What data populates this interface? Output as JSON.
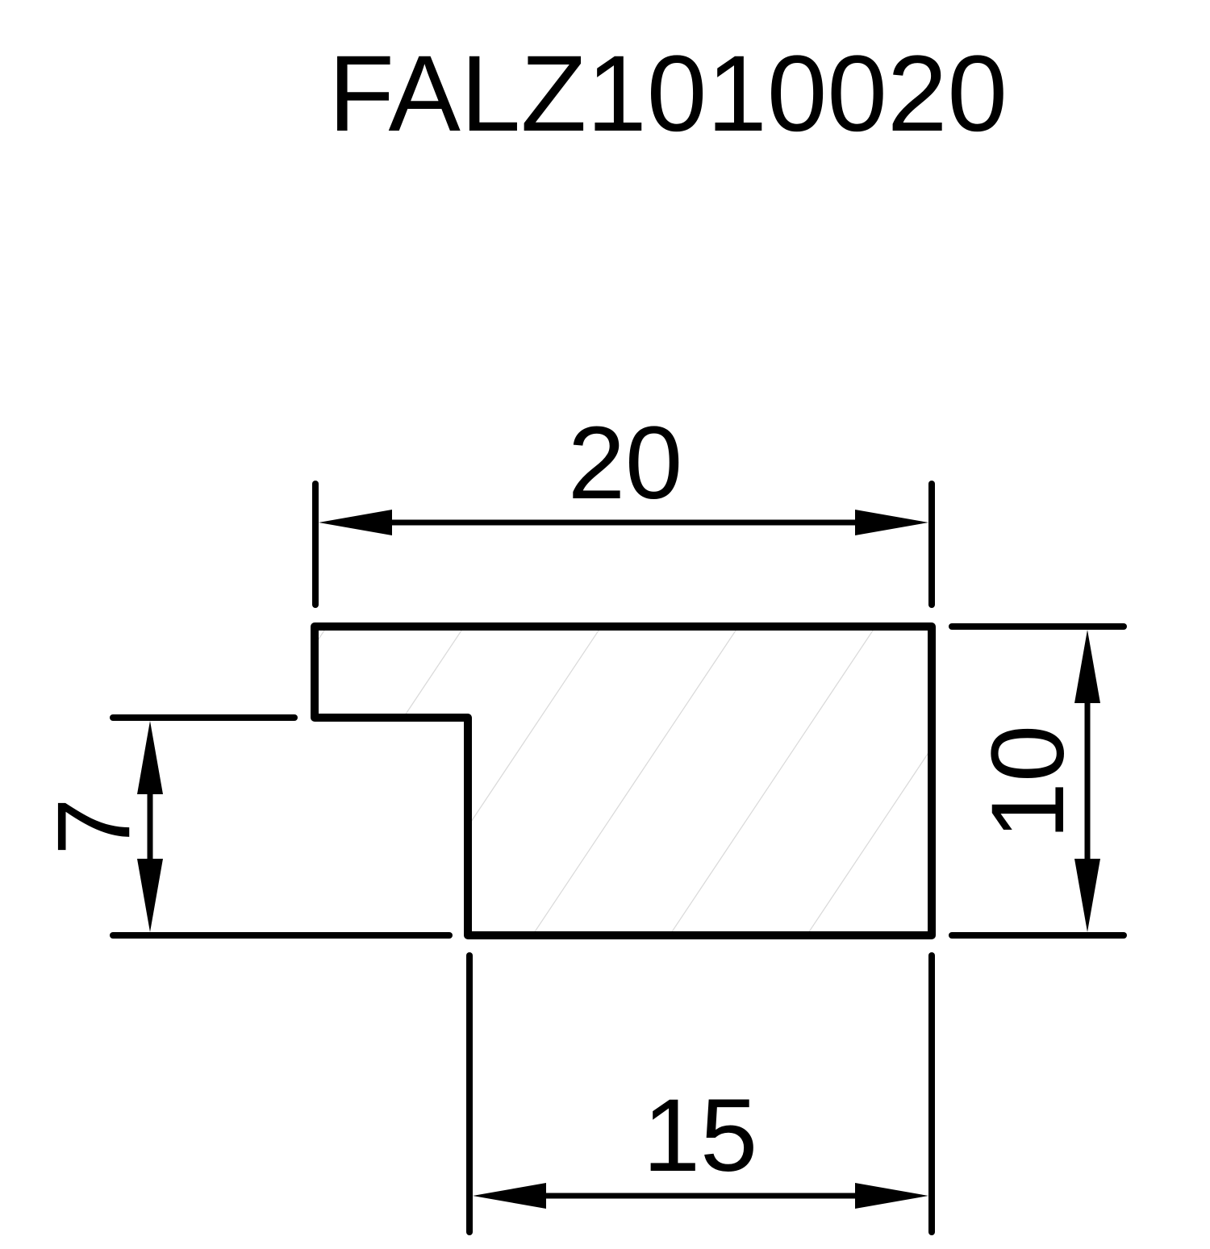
{
  "title": "FALZ1010020",
  "dimensions": {
    "overall_width": "20",
    "height": "10",
    "rebate_depth": "7",
    "bottom_width": "15"
  },
  "colors": {
    "line": "#000000",
    "hatch": "#d9d9d9",
    "background": "#ffffff"
  }
}
